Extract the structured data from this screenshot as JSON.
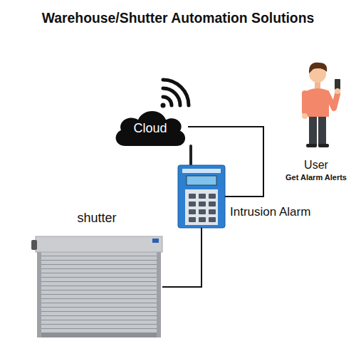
{
  "diagram": {
    "title": "Warehouse/Shutter Automation Solutions",
    "nodes": [
      {
        "text": [
          "Cloud"
        ]
      },
      {
        "text": [
          "User",
          "Get Alarm Alerts"
        ]
      },
      {
        "text": [
          "Intrusion Alarm"
        ]
      },
      {
        "text": [
          "shutter"
        ]
      }
    ],
    "edges": [
      {
        "from": 0,
        "to": 2,
        "arrow": "none"
      },
      {
        "from": 2,
        "to": 3,
        "arrow": "none"
      }
    ]
  }
}
